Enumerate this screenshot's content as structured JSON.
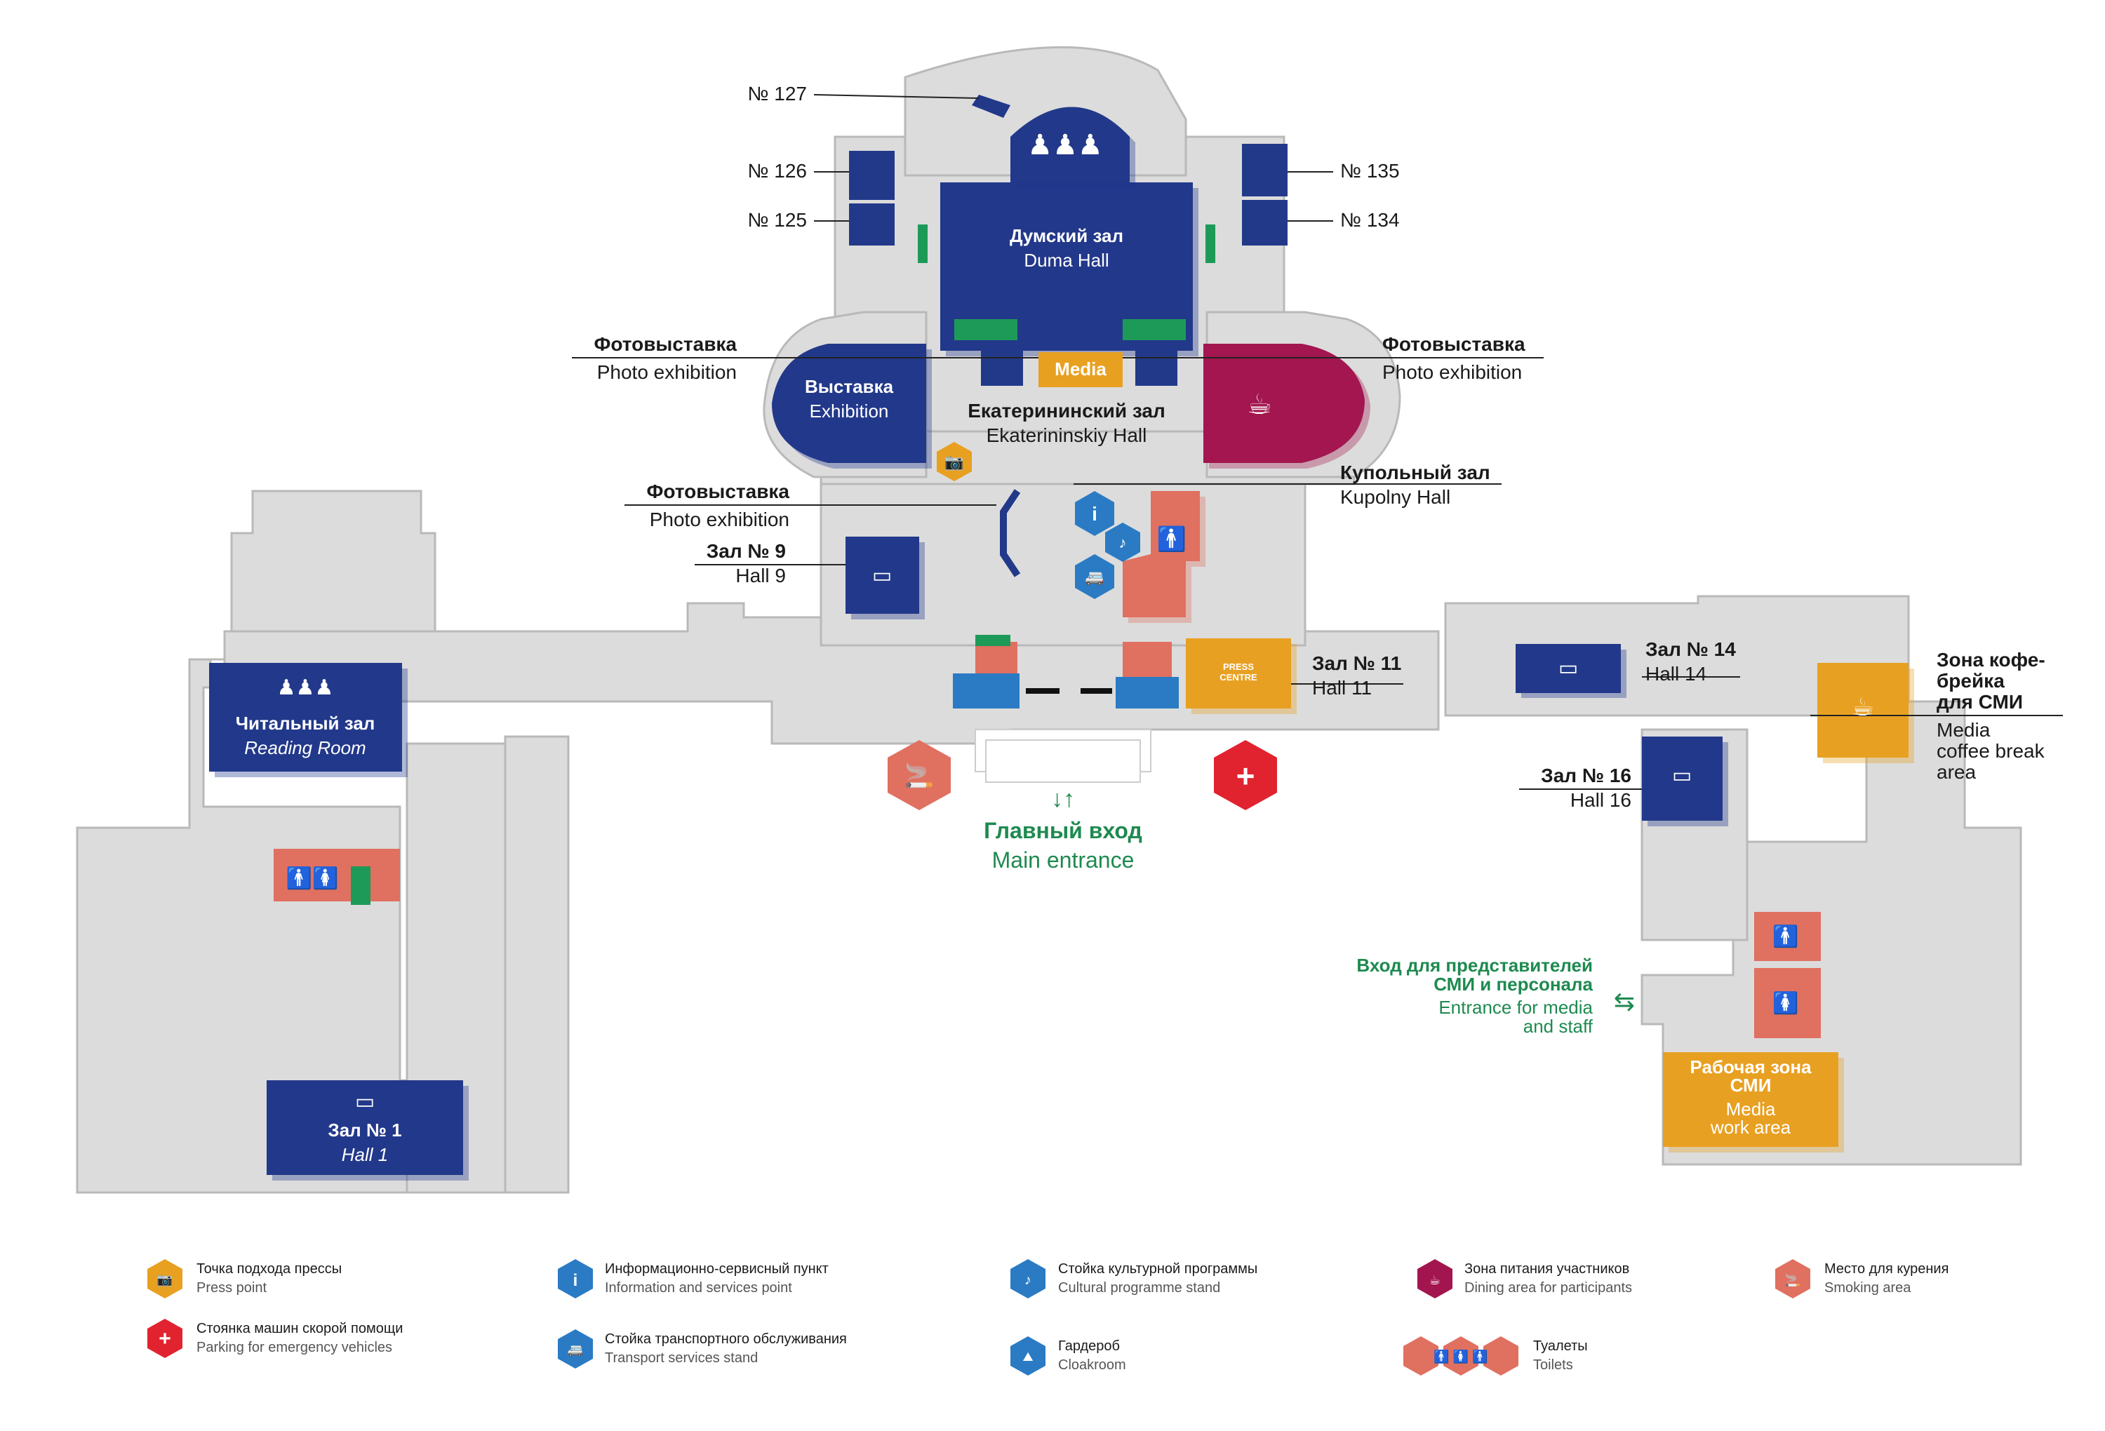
{
  "colors": {
    "floor": "#dcdcdc",
    "floor_edge": "#b9b9b9",
    "hall": "#22398a",
    "media": "#e8a020",
    "dining": "#a3154f",
    "toilet": "#e07060",
    "stairs": "#1e9a58",
    "service": "#2a7bc4",
    "emergency": "#e1232f",
    "label": "#1a1a1a",
    "entrance": "#1e8a50",
    "light_text": "#ffffff"
  },
  "labels": {
    "room127": "№ 127",
    "room126": "№ 126",
    "room125": "№ 125",
    "room135": "№ 135",
    "room134": "№ 134",
    "duma_ru": "Думский зал",
    "duma_en": "Duma Hall",
    "photo_left_ru": "Фотовыставка",
    "photo_left_en": "Photo exhibition",
    "photo_right_ru": "Фотовыставка",
    "photo_right_en": "Photo exhibition",
    "exhibition_ru": "Выставка",
    "exhibition_en": "Exhibition",
    "media_label": "Media",
    "ekat_ru": "Екатерининский зал",
    "ekat_en": "Ekaterininskiy Hall",
    "photo_mid_ru": "Фотовыставка",
    "photo_mid_en": "Photo exhibition",
    "kupol_ru": "Купольный зал",
    "kupol_en": "Kupolny Hall",
    "hall9_ru": "Зал № 9",
    "hall9_en": "Hall 9",
    "hall11_ru": "Зал № 11",
    "hall11_en": "Hall 11",
    "press_centre_1": "PRESS",
    "press_centre_2": "CENTRE",
    "hall14_ru": "Зал № 14",
    "hall14_en": "Hall 14",
    "hall16_ru": "Зал № 16",
    "hall16_en": "Hall 16",
    "coffee_ru_1": "Зона кофе-",
    "coffee_ru_2": "брейка",
    "coffee_ru_3": "для СМИ",
    "coffee_en_1": "Media",
    "coffee_en_2": "coffee break",
    "coffee_en_3": "area",
    "reading_ru": "Читальный зал",
    "reading_en": "Reading Room",
    "hall1_ru": "Зал № 1",
    "hall1_en": "Hall 1",
    "main_entrance_ru": "Главный вход",
    "main_entrance_en": "Main entrance",
    "staff_entrance_ru_1": "Вход для представителей",
    "staff_entrance_ru_2": "СМИ и персонала",
    "staff_entrance_en_1": "Entrance for media",
    "staff_entrance_en_2": "and staff",
    "workarea_ru_1": "Рабочая зона",
    "workarea_ru_2": "СМИ",
    "workarea_en_1": "Media",
    "workarea_en_2": "work area"
  },
  "legend": [
    {
      "icon": "press-point-icon",
      "color": "#e8a020",
      "ru": "Точка подхода прессы",
      "en": "Press point"
    },
    {
      "icon": "emergency-parking-icon",
      "color": "#e1232f",
      "ru": "Стоянка машин скорой помощи",
      "en": "Parking for emergency vehicles"
    },
    {
      "icon": "info-icon",
      "color": "#2a7bc4",
      "ru": "Информационно-сервисный пункт",
      "en": "Information and services point"
    },
    {
      "icon": "transport-icon",
      "color": "#2a7bc4",
      "ru": "Стойка транспортного обслуживания",
      "en": "Transport services stand"
    },
    {
      "icon": "culture-icon",
      "color": "#2a7bc4",
      "ru": "Стойка культурной программы",
      "en": "Cultural programme stand"
    },
    {
      "icon": "cloakroom-icon",
      "color": "#2a7bc4",
      "ru": "Гардероб",
      "en": "Cloakroom"
    },
    {
      "icon": "dining-icon",
      "color": "#a3154f",
      "ru": "Зона питания участников",
      "en": "Dining area for participants"
    },
    {
      "icon": "toilets-icon",
      "color": "#e07060",
      "ru": "Туалеты",
      "en": "Toilets"
    },
    {
      "icon": "smoking-icon",
      "color": "#e07060",
      "ru": "Место для курения",
      "en": "Smoking area"
    }
  ]
}
